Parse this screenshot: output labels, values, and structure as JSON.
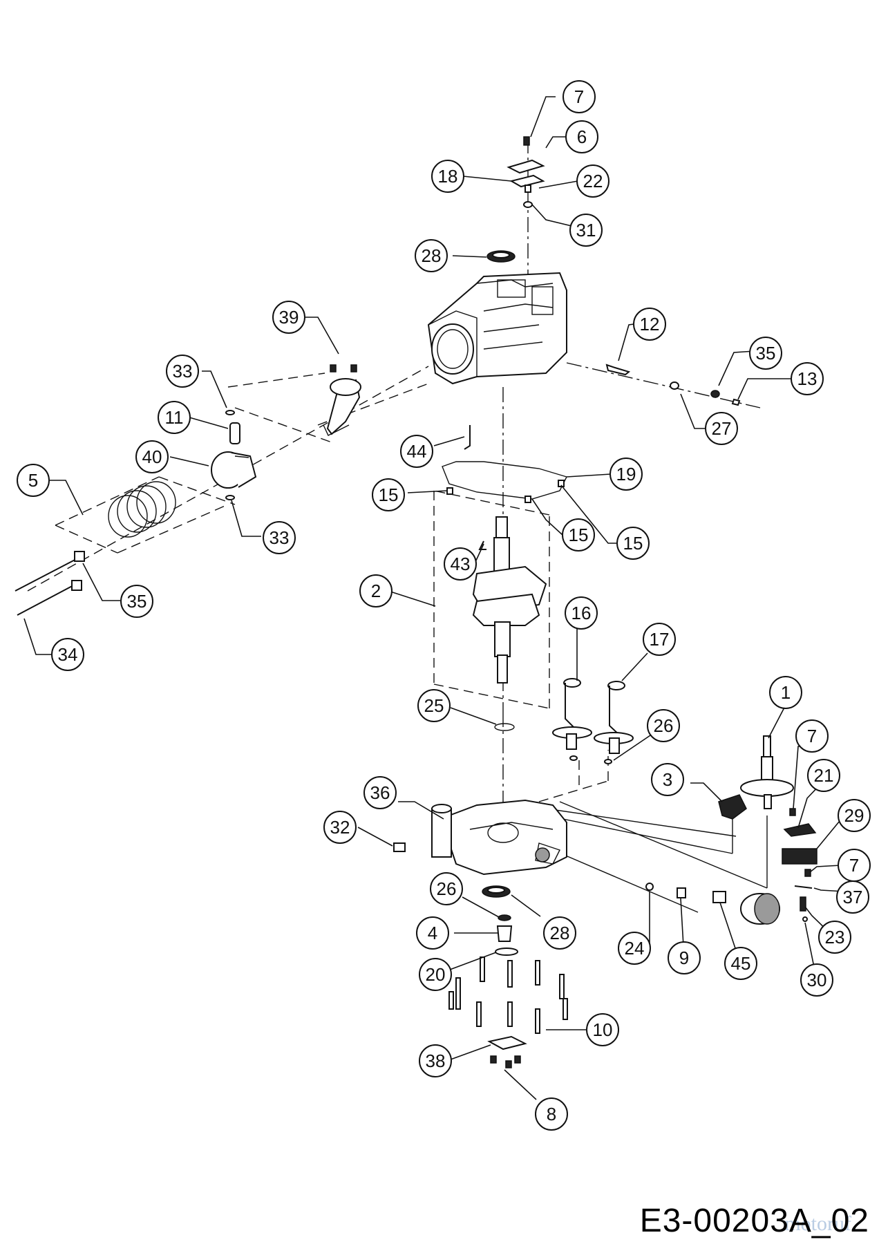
{
  "diagram": {
    "drawing_code": "E3-00203A_02",
    "watermark": "motoruf",
    "callouts": [
      "7",
      "6",
      "18",
      "22",
      "31",
      "28",
      "39",
      "12",
      "35",
      "13",
      "27",
      "33",
      "11",
      "40",
      "5",
      "33",
      "35",
      "34",
      "44",
      "19",
      "15",
      "15",
      "15",
      "15",
      "43",
      "2",
      "16",
      "17",
      "25",
      "26",
      "1",
      "7",
      "21",
      "29",
      "3",
      "36",
      "32",
      "7",
      "37",
      "23",
      "30",
      "26",
      "28",
      "4",
      "20",
      "24",
      "9",
      "45",
      "10",
      "38",
      "8"
    ]
  }
}
